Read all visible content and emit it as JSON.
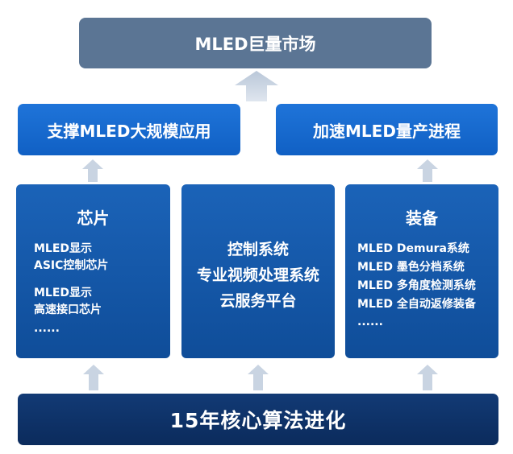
{
  "top_box": {
    "label": "MLED巨量市场"
  },
  "middle": [
    {
      "label": "支撑MLED大规模应用"
    },
    {
      "label": "加速MLED量产进程"
    }
  ],
  "cards": {
    "chip": {
      "title": "芯片",
      "lines": [
        "MLED显示",
        "ASIC控制芯片",
        "MLED显示",
        "高速接口芯片",
        "......"
      ]
    },
    "systems": {
      "lines": [
        "控制系统",
        "专业视频处理系统",
        "云服务平台"
      ]
    },
    "equipment": {
      "title": "装备",
      "lines": [
        "MLED Demura系统",
        "MLED 墨色分档系统",
        "MLED 多角度检测系统",
        "MLED 全自动返修装备",
        "......"
      ]
    }
  },
  "bottom_box": {
    "label": "15年核心算法进化"
  },
  "colors": {
    "top": "#5b7594",
    "middle": "#1a6bd0",
    "cards": "#1559aa",
    "bottom": "#0f3368",
    "arrow": "#c7d3e2"
  },
  "icons": [
    "arrow-up-icon"
  ]
}
